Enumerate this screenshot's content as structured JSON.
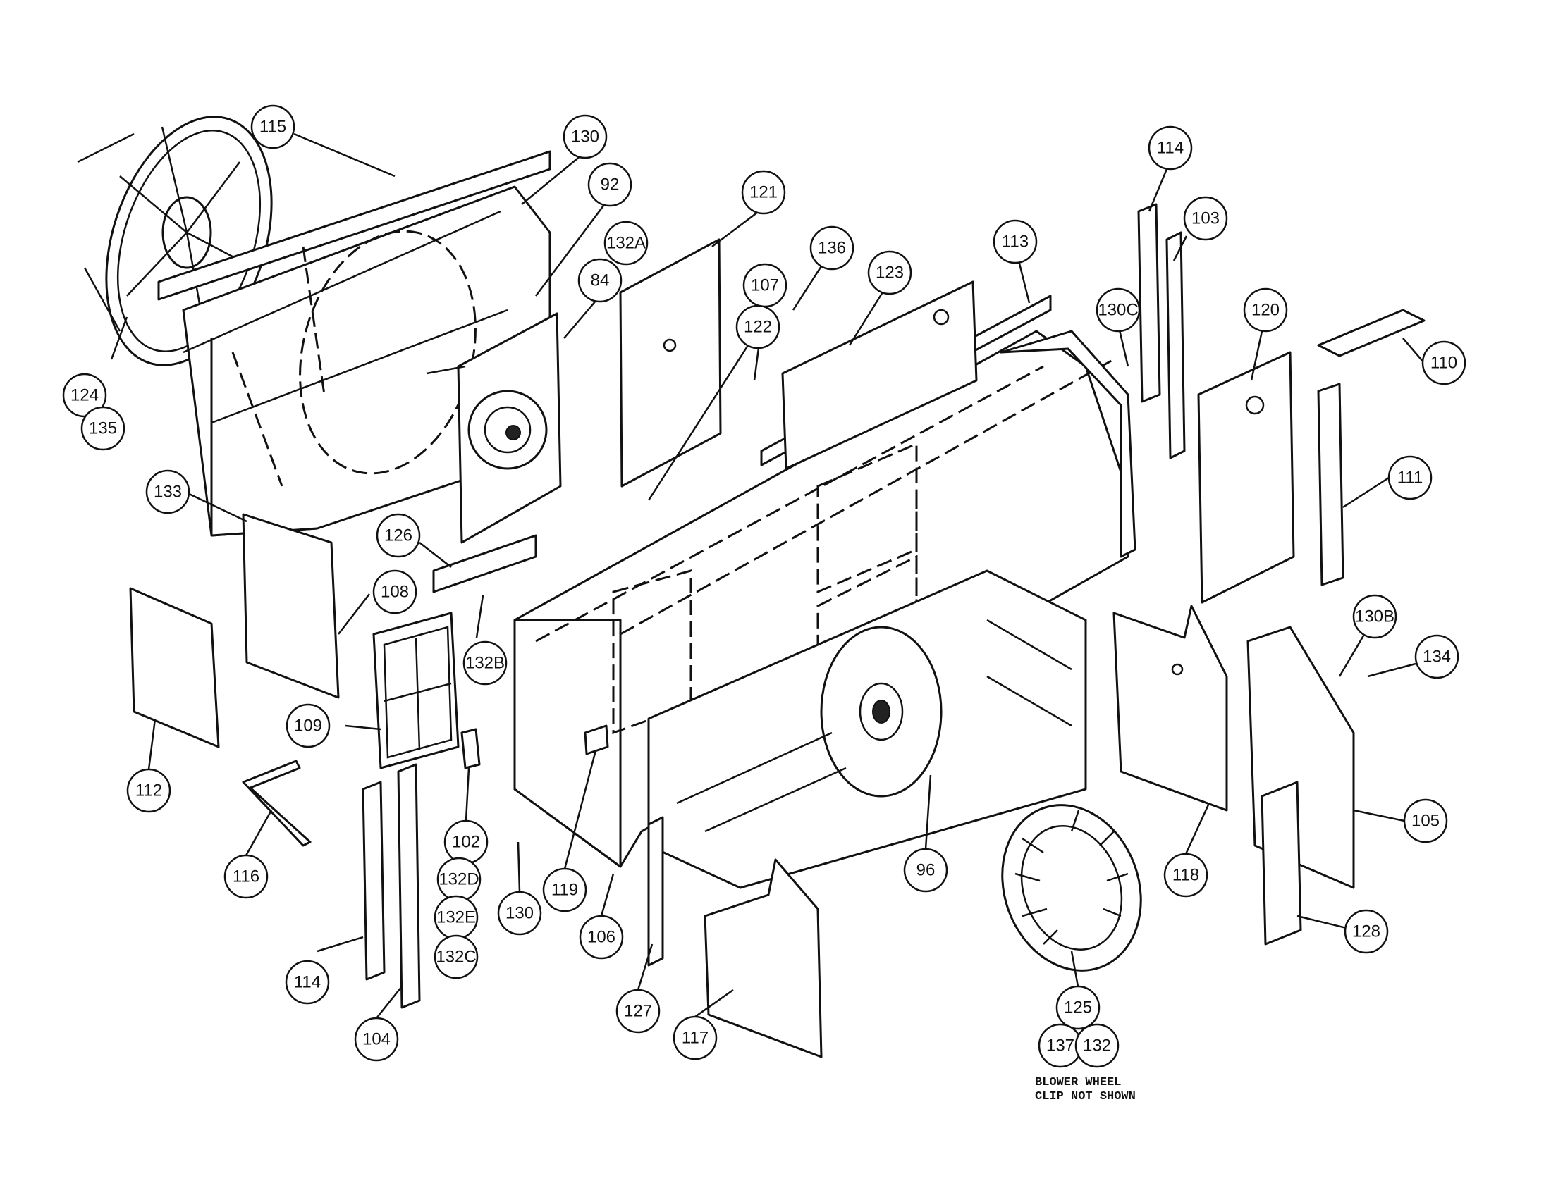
{
  "callouts": [
    {
      "id": "115",
      "label": "115"
    },
    {
      "id": "130a",
      "label": "130"
    },
    {
      "id": "92",
      "label": "92"
    },
    {
      "id": "132A",
      "label": "132A"
    },
    {
      "id": "84",
      "label": "84"
    },
    {
      "id": "121",
      "label": "121"
    },
    {
      "id": "107",
      "label": "107"
    },
    {
      "id": "122",
      "label": "122"
    },
    {
      "id": "136",
      "label": "136"
    },
    {
      "id": "123",
      "label": "123"
    },
    {
      "id": "113",
      "label": "113"
    },
    {
      "id": "114a",
      "label": "114"
    },
    {
      "id": "103",
      "label": "103"
    },
    {
      "id": "130C",
      "label": "130C"
    },
    {
      "id": "120",
      "label": "120"
    },
    {
      "id": "110",
      "label": "110"
    },
    {
      "id": "111",
      "label": "111"
    },
    {
      "id": "124",
      "label": "124"
    },
    {
      "id": "135",
      "label": "135"
    },
    {
      "id": "133",
      "label": "133"
    },
    {
      "id": "126",
      "label": "126"
    },
    {
      "id": "108",
      "label": "108"
    },
    {
      "id": "132B",
      "label": "132B"
    },
    {
      "id": "109",
      "label": "109"
    },
    {
      "id": "112",
      "label": "112"
    },
    {
      "id": "116",
      "label": "116"
    },
    {
      "id": "102",
      "label": "102"
    },
    {
      "id": "132D",
      "label": "132D"
    },
    {
      "id": "132E",
      "label": "132E"
    },
    {
      "id": "132C",
      "label": "132C"
    },
    {
      "id": "114b",
      "label": "114"
    },
    {
      "id": "104",
      "label": "104"
    },
    {
      "id": "130b",
      "label": "130"
    },
    {
      "id": "119",
      "label": "119"
    },
    {
      "id": "106",
      "label": "106"
    },
    {
      "id": "127",
      "label": "127"
    },
    {
      "id": "117",
      "label": "117"
    },
    {
      "id": "96",
      "label": "96"
    },
    {
      "id": "125",
      "label": "125"
    },
    {
      "id": "137",
      "label": "137"
    },
    {
      "id": "132",
      "label": "132"
    },
    {
      "id": "118",
      "label": "118"
    },
    {
      "id": "130B",
      "label": "130B"
    },
    {
      "id": "134",
      "label": "134"
    },
    {
      "id": "105",
      "label": "105"
    },
    {
      "id": "128",
      "label": "128"
    }
  ],
  "note": {
    "line1": "BLOWER WHEEL",
    "line2": "CLIP NOT SHOWN"
  }
}
